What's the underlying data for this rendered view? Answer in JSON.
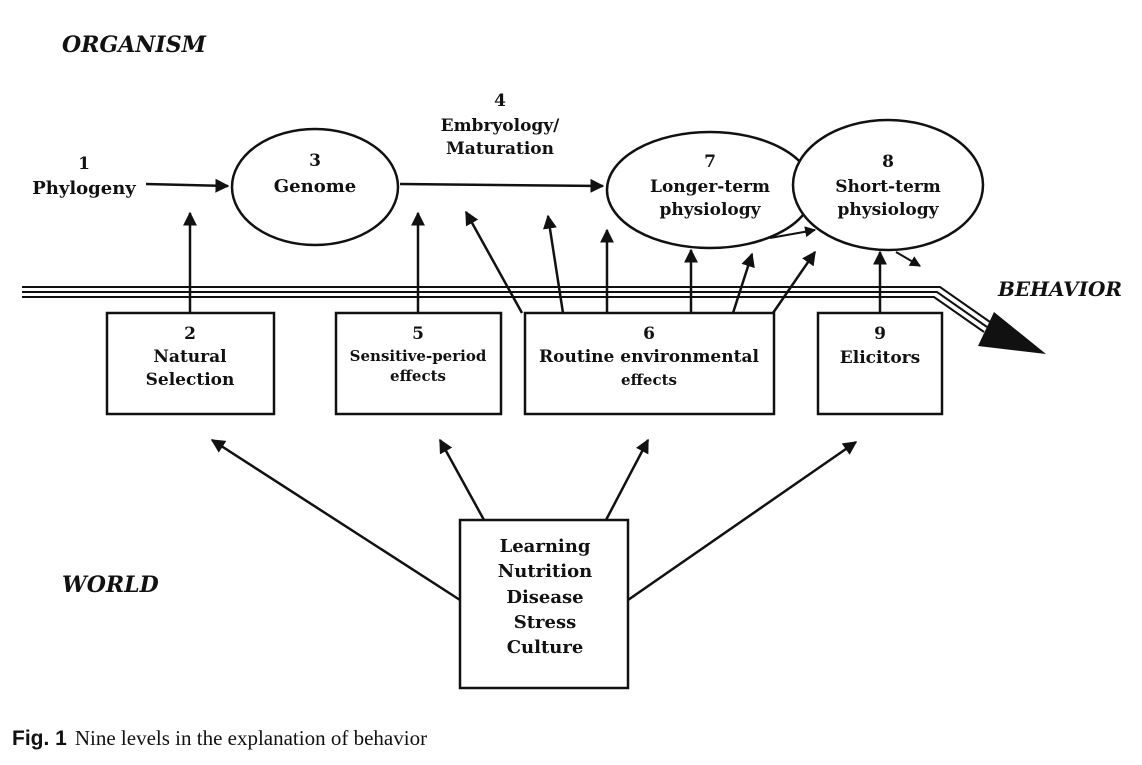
{
  "regions": {
    "organism": "ORGANISM",
    "world": "WORLD",
    "behavior": "BEHAVIOR"
  },
  "nodes": {
    "phylogeny": {
      "number": "1",
      "label": "Phylogeny"
    },
    "natural_selection": {
      "number": "2",
      "lines": [
        "Natural",
        "Selection"
      ]
    },
    "genome": {
      "number": "3",
      "label": "Genome"
    },
    "embryology": {
      "number": "4",
      "lines": [
        "Embryology/",
        "Maturation"
      ]
    },
    "sensitive_period": {
      "number": "5",
      "lines": [
        "Sensitive-period",
        "effects"
      ]
    },
    "routine_env": {
      "number": "6",
      "lines": [
        "Routine environmental",
        "effects"
      ]
    },
    "longer_term": {
      "number": "7",
      "lines": [
        "Longer-term",
        "physiology"
      ]
    },
    "short_term": {
      "number": "8",
      "lines": [
        "Short-term",
        "physiology"
      ]
    },
    "elicitors": {
      "number": "9",
      "label": "Elicitors"
    }
  },
  "world_factors": [
    "Learning",
    "Nutrition",
    "Disease",
    "Stress",
    "Culture"
  ],
  "caption": {
    "number": "Fig. 1",
    "text": "Nine levels in the explanation of behavior"
  },
  "colors": {
    "ink": "#111111",
    "background": "#ffffff"
  }
}
